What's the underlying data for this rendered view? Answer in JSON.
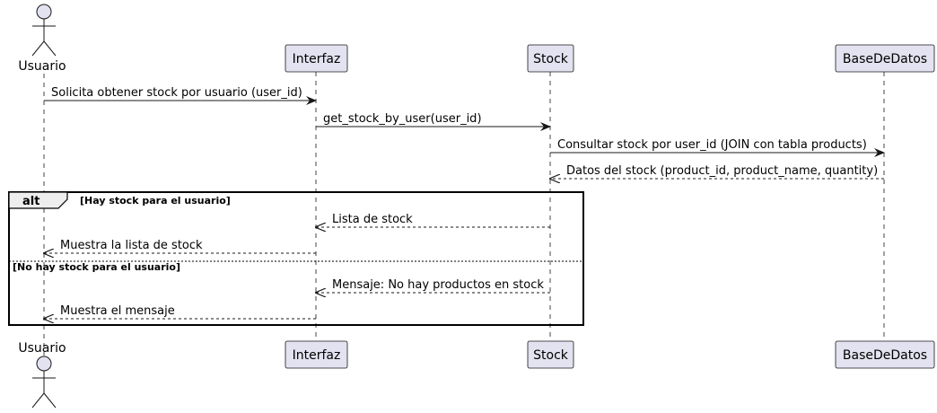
{
  "actors": {
    "usuario": "Usuario"
  },
  "participants": {
    "interfaz": "Interfaz",
    "stock": "Stock",
    "base_de_datos": "BaseDeDatos"
  },
  "messages": [
    {
      "from": "Usuario",
      "to": "Interfaz",
      "label": "Solicita obtener stock por usuario (user_id)",
      "style": "solid"
    },
    {
      "from": "Interfaz",
      "to": "Stock",
      "label": "get_stock_by_user(user_id)",
      "style": "solid"
    },
    {
      "from": "Stock",
      "to": "BaseDeDatos",
      "label": "Consultar stock por user_id (JOIN con tabla products)",
      "style": "solid"
    },
    {
      "from": "BaseDeDatos",
      "to": "Stock",
      "label": "Datos del stock (product_id, product_name, quantity)",
      "style": "dashed"
    },
    {
      "from": "Stock",
      "to": "Interfaz",
      "label": "Lista de stock",
      "style": "dashed"
    },
    {
      "from": "Interfaz",
      "to": "Usuario",
      "label": "Muestra la lista de stock",
      "style": "dashed"
    },
    {
      "from": "Stock",
      "to": "Interfaz",
      "label": "Mensaje: No hay productos en stock",
      "style": "dashed"
    },
    {
      "from": "Interfaz",
      "to": "Usuario",
      "label": "Muestra el mensaje",
      "style": "dashed"
    }
  ],
  "alt_fragment": {
    "keyword": "alt",
    "guard_1": "[Hay stock para el usuario]",
    "guard_2": "[No hay stock para el usuario]"
  },
  "colors": {
    "participant_fill": "#e2e2f0",
    "participant_stroke": "#181818",
    "lifeline": "#181818",
    "background": "#ffffff"
  }
}
